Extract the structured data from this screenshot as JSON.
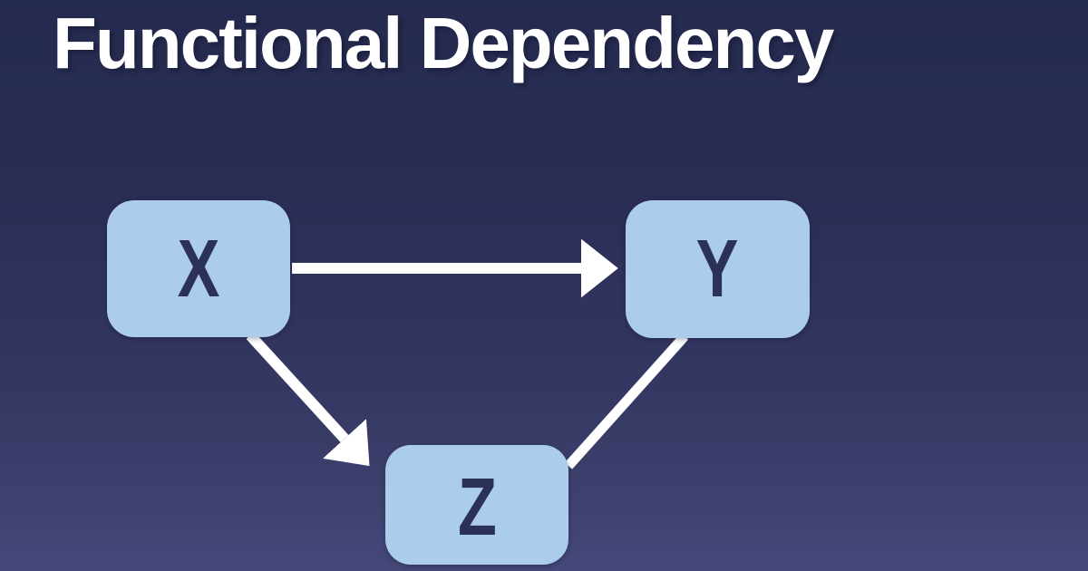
{
  "title": "Functional Dependency",
  "colors": {
    "background_top": "#252a4f",
    "background_bottom": "#454879",
    "node_fill": "#abccea",
    "node_text": "#2c3158",
    "arrow": "#ffffff",
    "title_text": "#ffffff"
  },
  "diagram": {
    "nodes": [
      {
        "id": "X",
        "label": "X"
      },
      {
        "id": "Y",
        "label": "Y"
      },
      {
        "id": "Z",
        "label": "Z"
      }
    ],
    "edges": [
      {
        "from": "X",
        "to": "Y",
        "arrowhead": true
      },
      {
        "from": "X",
        "to": "Z",
        "arrowhead": true
      },
      {
        "from": "Z",
        "to": "Y",
        "arrowhead": false
      }
    ]
  }
}
